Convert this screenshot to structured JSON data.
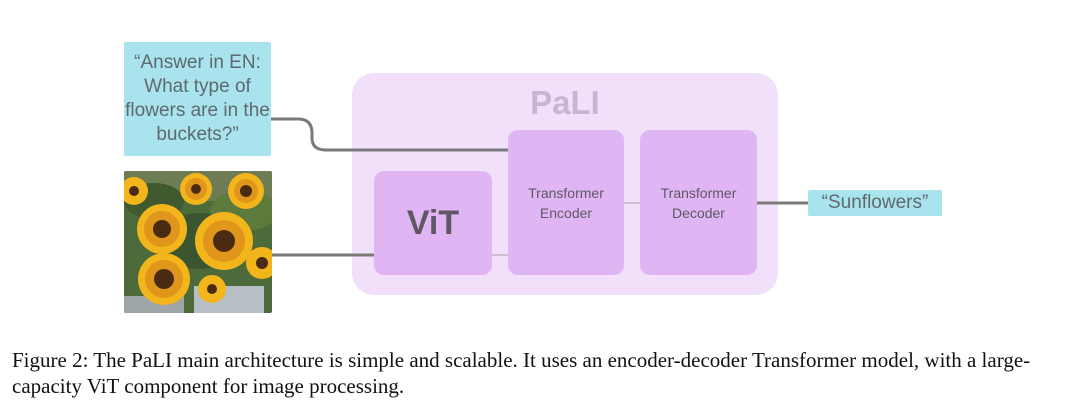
{
  "diagram": {
    "question": "“Answer in EN: What type of flowers are in the buckets?”",
    "model_title": "PaLI",
    "vit_label": "ViT",
    "encoder_label": "Transformer Encoder",
    "decoder_label": "Transformer Decoder",
    "answer": "“Sunflowers”"
  },
  "image_alt": "Sunflowers",
  "caption": "Figure 2: The PaLI main architecture is simple and scalable. It uses an encoder-decoder Transformer model, with a large-capacity ViT component for image processing.",
  "colors": {
    "text_box": "#a8e3ee",
    "model_bg": "#f2e0fb",
    "block": "#dfb5f3",
    "connector": "#7a7a7a"
  }
}
